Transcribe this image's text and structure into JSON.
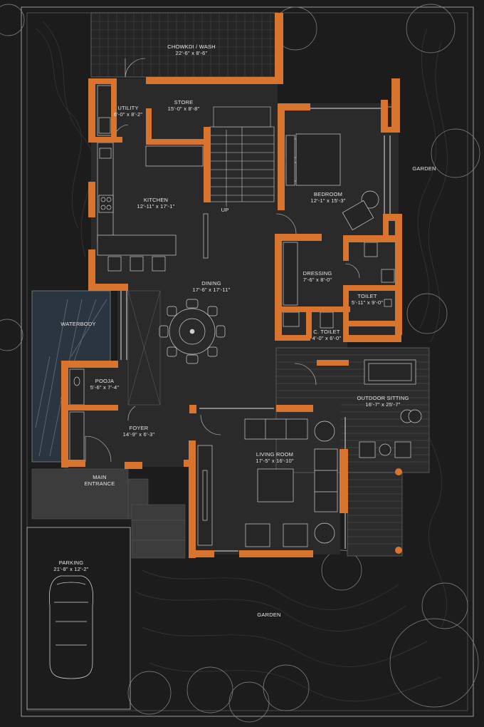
{
  "colors": {
    "background": "#1c1c1c",
    "floor": "#2a2a2a",
    "wall": "#d9742f",
    "line": "#bdbdbd",
    "water": "#2f3a44"
  },
  "rooms": {
    "chowkdi": {
      "name": "CHOWKDI / WASH",
      "dim": "22'-6\" x 8'-6\""
    },
    "utility": {
      "name": "UTILITY",
      "dim": "6'-0\" x 8'-2\""
    },
    "store": {
      "name": "STORE",
      "dim": "15'-0\" x 8'-8\""
    },
    "kitchen": {
      "name": "KITCHEN",
      "dim": "12'-11\" x 17'-1\""
    },
    "bedroom": {
      "name": "BEDROOM",
      "dim": "12'-1\" x 15'-3\""
    },
    "dressing": {
      "name": "DRESSING",
      "dim": "7'-6\" x 8'-0\""
    },
    "toilet": {
      "name": "TOILET",
      "dim": "5'-11\" x 9'-0\""
    },
    "ctoilet": {
      "name": "C. TOILET",
      "dim": "4'-0\" x 6'-0\""
    },
    "dining": {
      "name": "DINING",
      "dim": "17'-6\" x 17'-11\""
    },
    "pooja": {
      "name": "POOJA",
      "dim": "5'-6\" x 7'-4\""
    },
    "foyer": {
      "name": "FOYER",
      "dim": "14'-9\" x 6'-3\""
    },
    "living": {
      "name": "LIVING ROOM",
      "dim": "17'-5\" x 16'-10\""
    },
    "outdoor": {
      "name": "OUTDOOR SITTING",
      "dim": "16'-7\" x 25'-7\""
    },
    "parking": {
      "name": "PARKING",
      "dim": "21'-8\" x 12'-2\""
    }
  },
  "labels": {
    "waterbody": "WATERBODY",
    "garden_right": "GARDEN",
    "garden_bottom": "GARDEN",
    "up": "UP",
    "main_entrance_1": "MAIN",
    "main_entrance_2": "ENTRANCE"
  }
}
